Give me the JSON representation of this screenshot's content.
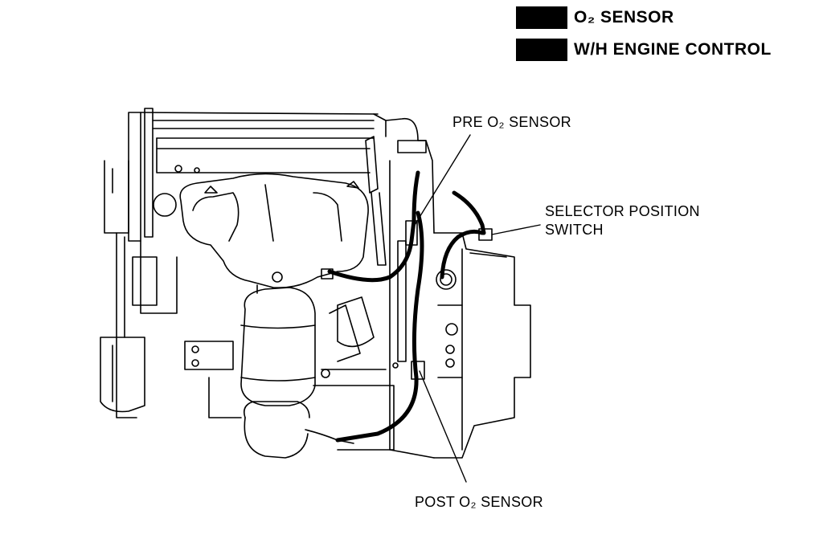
{
  "legend": {
    "items": [
      {
        "label": "O₂ SENSOR",
        "color": "#000000"
      },
      {
        "label": "W/H ENGINE CONTROL",
        "color": "#000000"
      }
    ]
  },
  "callouts": {
    "pre_o2": "PRE O₂ SENSOR",
    "selector_line1": "SELECTOR POSITION",
    "selector_line2": "SWITCH",
    "post_o2": "POST O₂ SENSOR"
  },
  "colors": {
    "ink": "#000000",
    "paper": "#ffffff"
  }
}
